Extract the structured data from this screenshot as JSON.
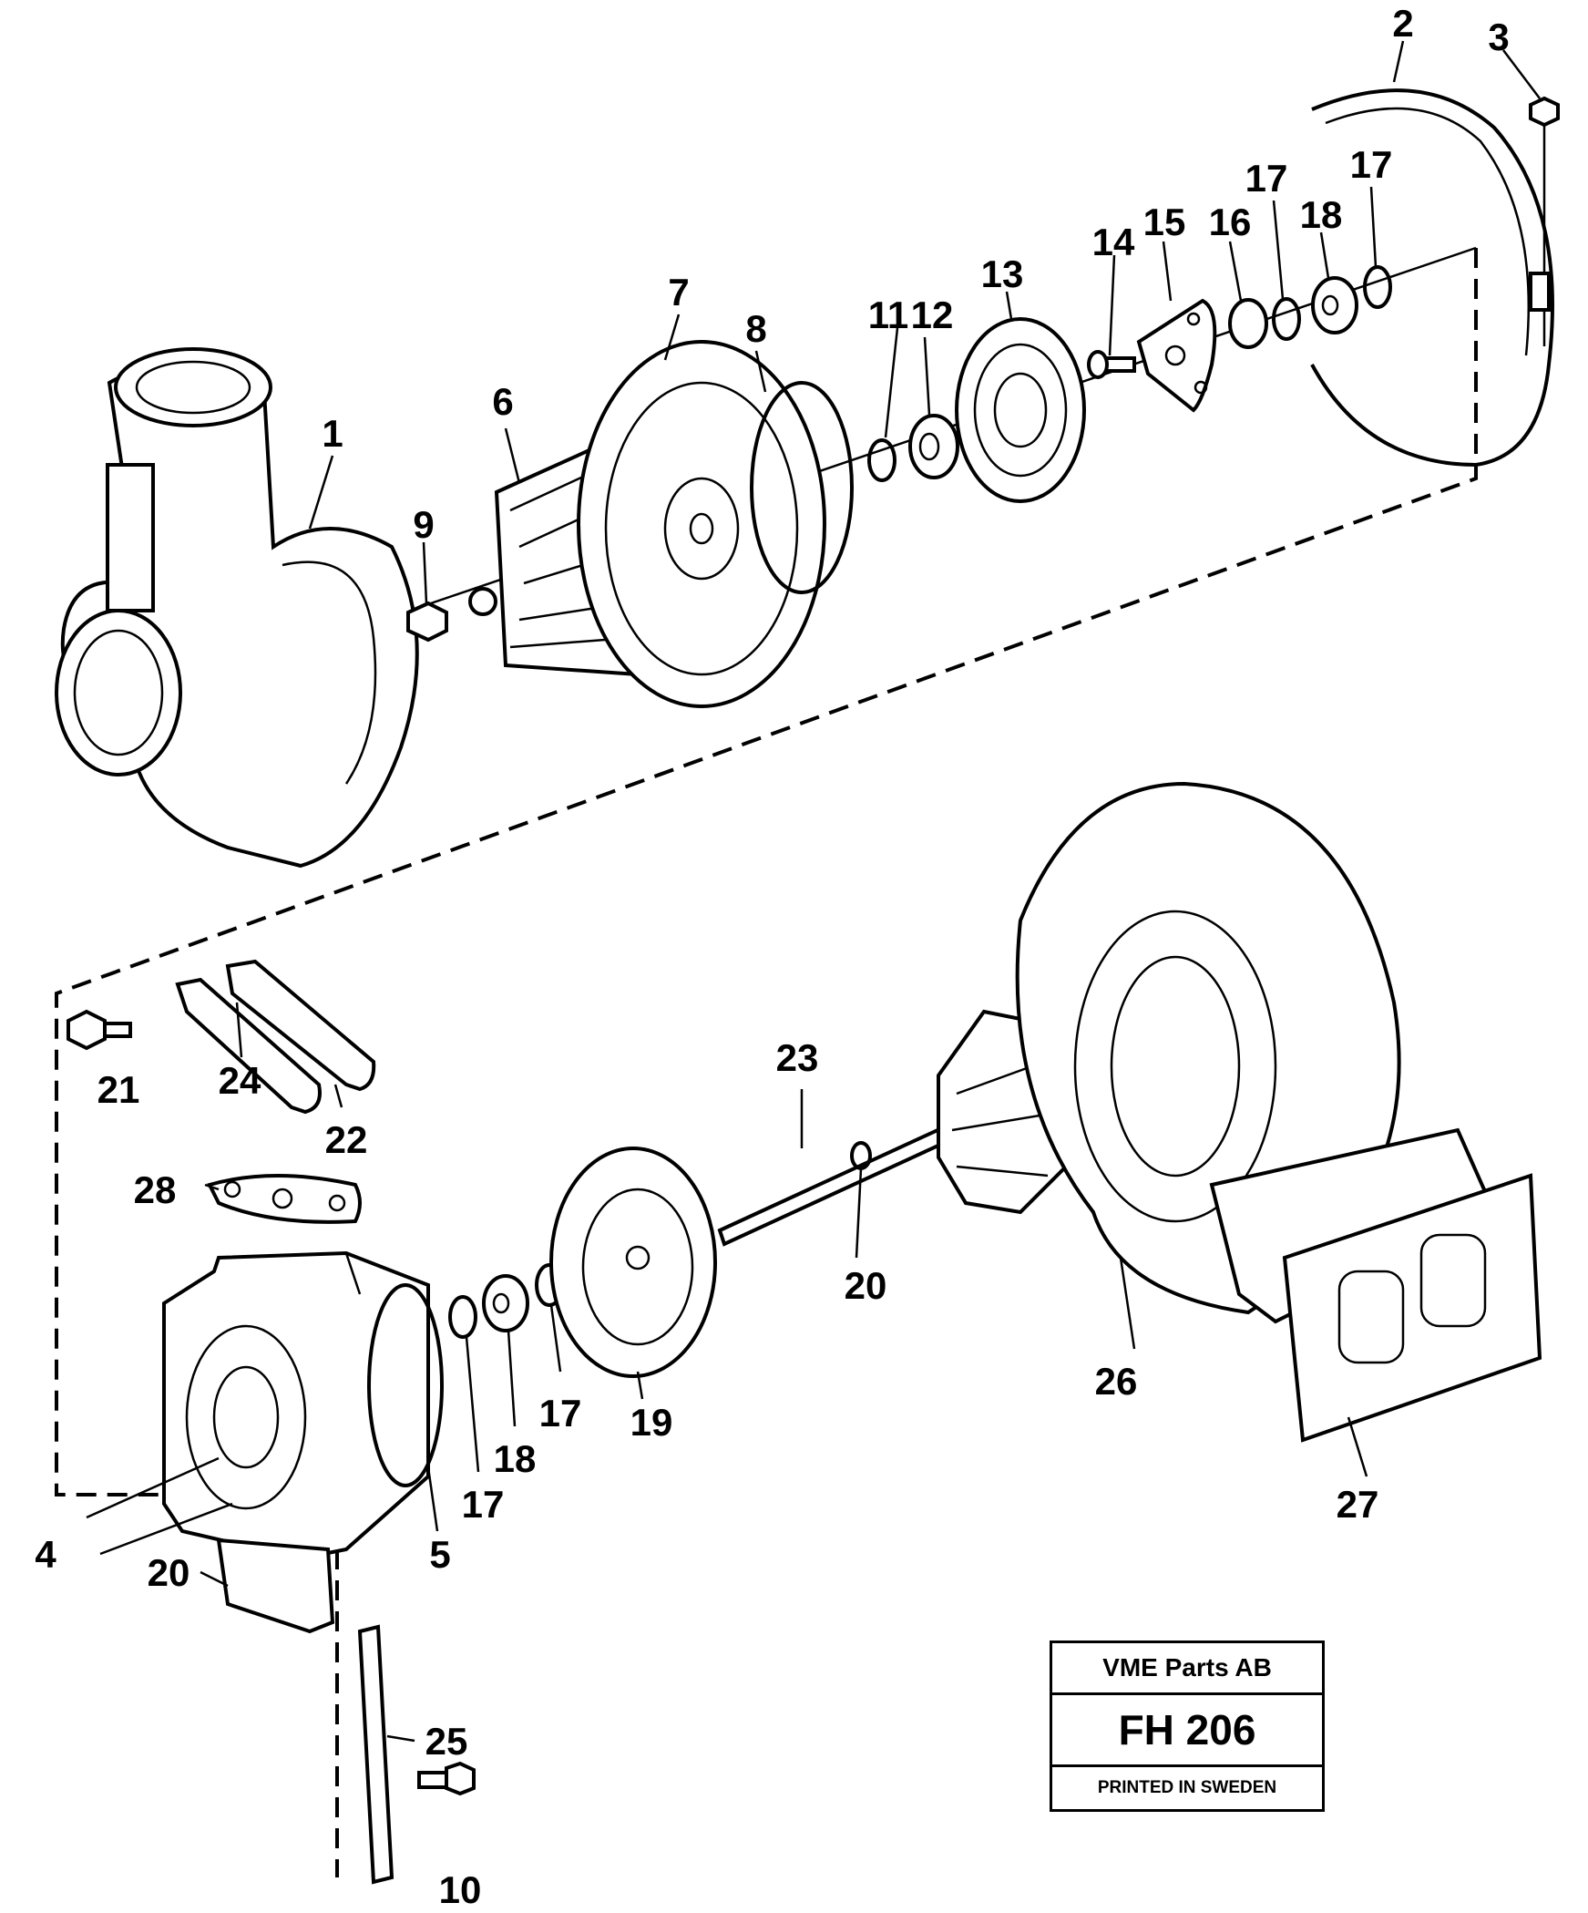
{
  "title_block": {
    "company": "VME Parts AB",
    "code": "FH 206",
    "printed": "PRINTED IN SWEDEN"
  },
  "labels": {
    "p1": "1",
    "p2": "2",
    "p3": "3",
    "p4": "4",
    "p5": "5",
    "p6": "6",
    "p7": "7",
    "p8": "8",
    "p9": "9",
    "p10": "10",
    "p11": "11",
    "p12": "12",
    "p13": "13",
    "p14": "14",
    "p15": "15",
    "p16": "16",
    "p17a": "17",
    "p17b": "17",
    "p17c": "17",
    "p17d": "17",
    "p18a": "18",
    "p18b": "18",
    "p19": "19",
    "p20a": "20",
    "p20b": "20",
    "p21": "21",
    "p22": "22",
    "p23": "23",
    "p24": "24",
    "p25": "25",
    "p26": "26",
    "p27": "27",
    "p28": "28"
  }
}
